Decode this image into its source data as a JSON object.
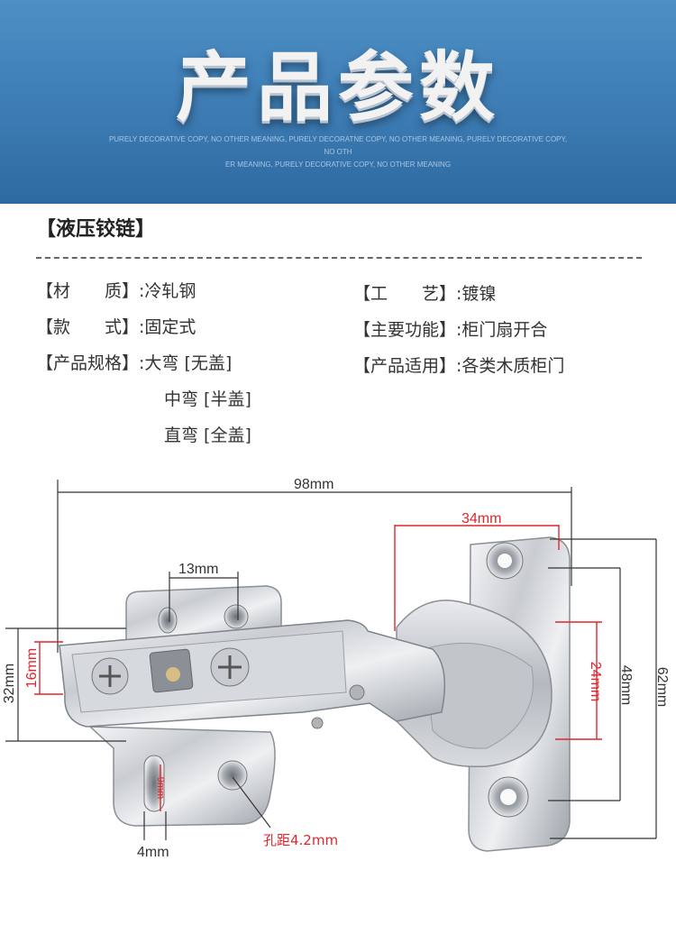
{
  "banner": {
    "title": "产品参数",
    "subtitle_line1": "PURELY DECORATIVE COPY, NO OTHER MEANING, PURELY DECORATNE COPY, NO OTHER MEANING, PURELY DECORATIVE COPY, NO OTH",
    "subtitle_line2": "ER MEANING, PURELY DECORATIVE COPY, NO OTHER MEANING"
  },
  "product_name": "【液压铰链】",
  "specs": {
    "material_label": "【材　　质】",
    "material_value": ":冷轧钢",
    "style_label": "【款　　式】",
    "style_value": ":固定式",
    "spec_label": "【产品规格】",
    "spec_values": [
      ":大弯 [无盖]",
      "中弯 [半盖]",
      "直弯 [全盖]"
    ],
    "process_label": "【工　　艺】",
    "process_value": ":镀镍",
    "function_label": "【主要功能】",
    "function_value": ":柜门扇开合",
    "usage_label": "【产品适用】",
    "usage_value": ":各类木质柜门"
  },
  "dimensions": {
    "total_length": "98mm",
    "cup_width": "34mm",
    "hole_spacing": "13mm",
    "left_height": "32mm",
    "base_height": "16mm",
    "cup_depth": "24mm",
    "plate_inner": "48mm",
    "plate_outer": "62mm",
    "slot_length": "9mm",
    "slot_width": "4mm",
    "hole_diameter": "孔距4.2mm"
  },
  "colors": {
    "banner": "#3f7fb7",
    "dim_red": "#e0262c",
    "dim_black": "#333333"
  }
}
